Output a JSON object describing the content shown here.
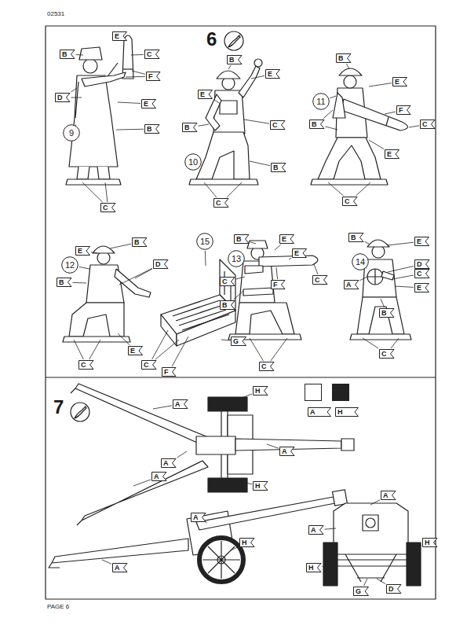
{
  "diagram": {
    "nodes": [
      {
        "text": [
          "E"
        ]
      },
      {
        "text": [
          "B"
        ]
      },
      {
        "text": [
          "C"
        ]
      },
      {
        "text": [
          "F"
        ]
      },
      {
        "text": [
          "D"
        ]
      },
      {
        "text": [
          "E"
        ]
      },
      {
        "text": [
          "B"
        ]
      },
      {
        "text": [
          "C"
        ]
      },
      {
        "text": [
          "9"
        ]
      },
      {
        "text": [
          "B"
        ]
      },
      {
        "text": [
          "E"
        ]
      },
      {
        "text": [
          "E"
        ]
      },
      {
        "text": [
          "C"
        ]
      },
      {
        "text": [
          "B"
        ]
      },
      {
        "text": [
          "B"
        ]
      },
      {
        "text": [
          "C"
        ]
      },
      {
        "text": [
          "10"
        ]
      },
      {
        "text": [
          "B"
        ]
      },
      {
        "text": [
          "E"
        ]
      },
      {
        "text": [
          "F"
        ]
      },
      {
        "text": [
          "C"
        ]
      },
      {
        "text": [
          "B"
        ]
      },
      {
        "text": [
          "E"
        ]
      },
      {
        "text": [
          "C"
        ]
      },
      {
        "text": [
          "11"
        ]
      },
      {
        "text": [
          "B"
        ]
      },
      {
        "text": [
          "E"
        ]
      },
      {
        "text": [
          "D"
        ]
      },
      {
        "text": [
          "12"
        ]
      },
      {
        "text": [
          "B"
        ]
      },
      {
        "text": [
          "E"
        ]
      },
      {
        "text": [
          "C"
        ]
      },
      {
        "text": [
          "15"
        ]
      },
      {
        "text": [
          "G"
        ]
      },
      {
        "text": [
          "C"
        ]
      },
      {
        "text": [
          "F"
        ]
      },
      {
        "text": [
          "B"
        ]
      },
      {
        "text": [
          "E"
        ]
      },
      {
        "text": [
          "E"
        ]
      },
      {
        "text": [
          "13"
        ]
      },
      {
        "text": [
          "C"
        ]
      },
      {
        "text": [
          "F"
        ]
      },
      {
        "text": [
          "C"
        ]
      },
      {
        "text": [
          "B"
        ]
      },
      {
        "text": [
          "C"
        ]
      },
      {
        "text": [
          "B"
        ]
      },
      {
        "text": [
          "E"
        ]
      },
      {
        "text": [
          "14"
        ]
      },
      {
        "text": [
          "D"
        ]
      },
      {
        "text": [
          "C"
        ]
      },
      {
        "text": [
          "A"
        ]
      },
      {
        "text": [
          "E"
        ]
      },
      {
        "text": [
          "B"
        ]
      },
      {
        "text": [
          "C"
        ]
      },
      {
        "text": [
          "H"
        ]
      },
      {
        "text": [
          "A"
        ]
      },
      {
        "text": [
          "A"
        ]
      },
      {
        "text": [
          "A"
        ]
      },
      {
        "text": [
          "A"
        ]
      },
      {
        "text": [
          "H"
        ]
      },
      {
        "text": [
          "A"
        ]
      },
      {
        "text": [
          "H"
        ]
      },
      {
        "text": [
          "A"
        ]
      },
      {
        "text": [
          "A"
        ]
      },
      {
        "text": [
          "A"
        ]
      },
      {
        "text": [
          "H"
        ]
      },
      {
        "text": [
          "H"
        ]
      },
      {
        "text": [
          "D"
        ]
      },
      {
        "text": [
          "G"
        ]
      }
    ],
    "labels": [
      "02531",
      "6",
      "7",
      "PAGE 6"
    ],
    "legend": [
      {
        "text": "A",
        "color": "#ffffff"
      },
      {
        "text": "H",
        "color": "#222222"
      }
    ]
  }
}
